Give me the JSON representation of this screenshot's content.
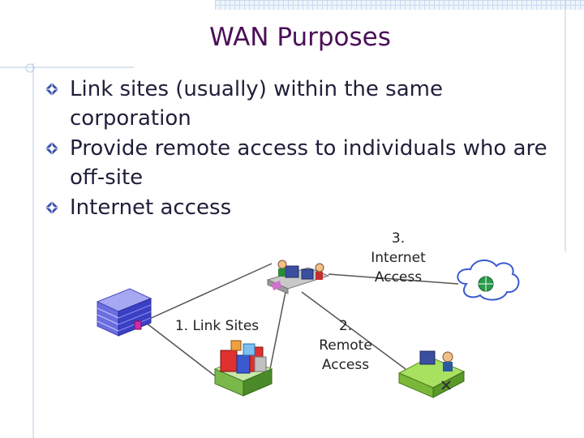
{
  "title": "WAN Purposes",
  "bullets": [
    {
      "lines": [
        "Link sites (usually) within the same",
        "corporation"
      ]
    },
    {
      "lines": [
        "Provide remote access to individuals who are",
        "off-site"
      ]
    },
    {
      "lines": [
        "Internet access"
      ]
    }
  ],
  "diagram": {
    "label_link": "1. Link Sites",
    "label_remote": [
      "2.",
      "Remote",
      "Access"
    ],
    "label_internet": [
      "3.",
      "Internet",
      "Access"
    ]
  },
  "colors": {
    "title": "#4a0e57",
    "bullet_marker": "#3b4fa8",
    "link_line": "#555555"
  }
}
